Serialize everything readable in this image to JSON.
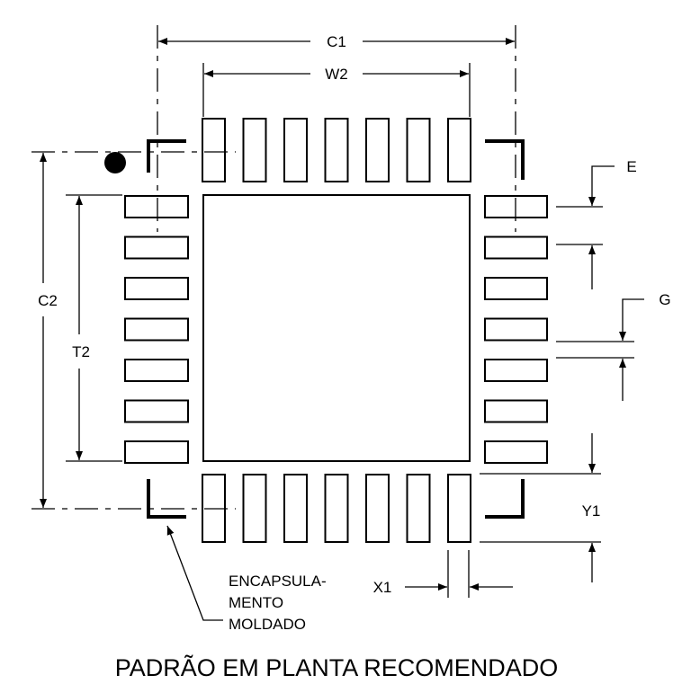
{
  "labels": {
    "c1": "C1",
    "w2": "W2",
    "c2": "C2",
    "t2": "T2",
    "e": "E",
    "g": "G",
    "y1": "Y1",
    "x1": "X1",
    "note_line1": "ENCAPSULA-",
    "note_line2": "MENTO",
    "note_line3": "MOLDADO"
  },
  "title": "PADRÃO EM PLANTA RECOMENDADO",
  "pads": {
    "per_side": 7
  }
}
